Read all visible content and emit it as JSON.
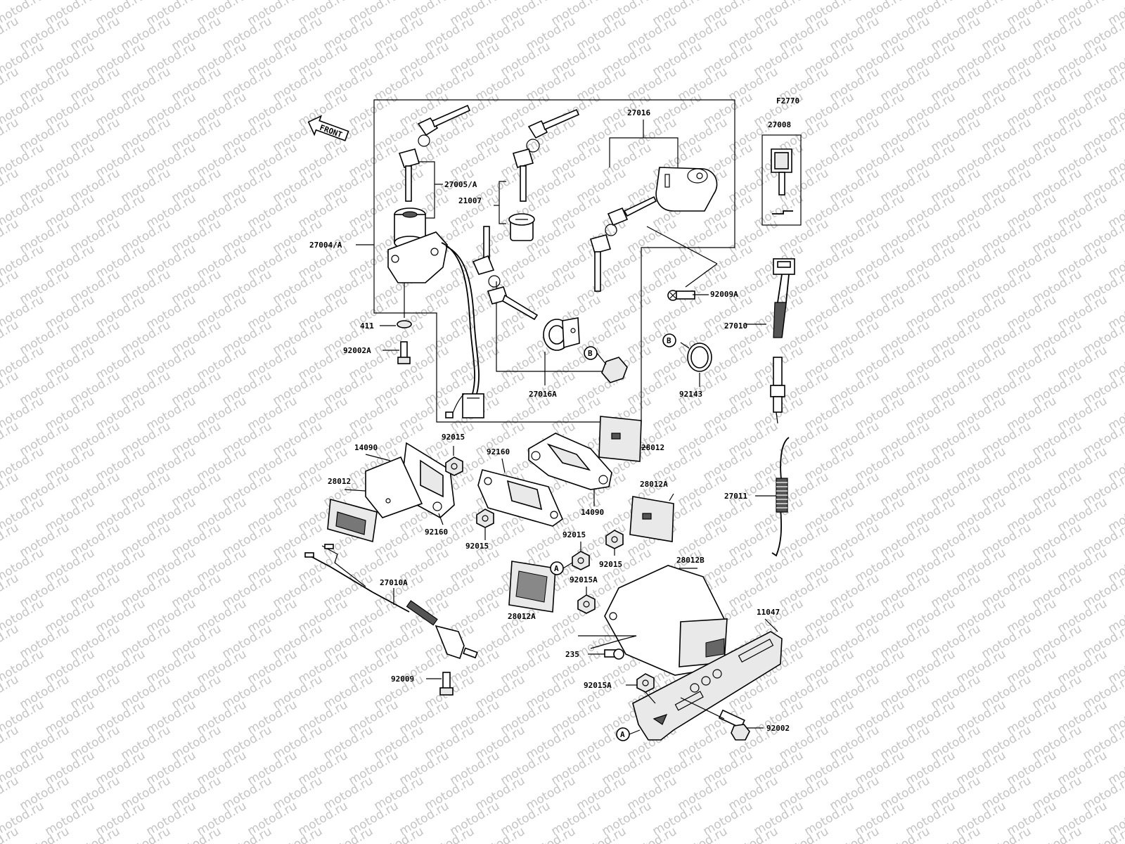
{
  "watermark": {
    "text": "motod.ru"
  },
  "figure_code": "F2770",
  "front_arrow": {
    "text": "FRONT"
  },
  "callouts": {
    "a": "A",
    "b": "B"
  },
  "parts": [
    {
      "number": "27016"
    },
    {
      "number": "27008"
    },
    {
      "number": "27005/A"
    },
    {
      "number": "21007"
    },
    {
      "number": "27004/A"
    },
    {
      "number": "92009A"
    },
    {
      "number": "411"
    },
    {
      "number": "27010"
    },
    {
      "number": "92002A"
    },
    {
      "number": "27016A"
    },
    {
      "number": "92143"
    },
    {
      "number": "92015"
    },
    {
      "number": "14090"
    },
    {
      "number": "92160"
    },
    {
      "number": "28012"
    },
    {
      "number": "28012"
    },
    {
      "number": "28012A"
    },
    {
      "number": "27011"
    },
    {
      "number": "92160"
    },
    {
      "number": "14090"
    },
    {
      "number": "92015"
    },
    {
      "number": "92015"
    },
    {
      "number": "92015"
    },
    {
      "number": "28012B"
    },
    {
      "number": "27010A"
    },
    {
      "number": "92015A"
    },
    {
      "number": "28012A"
    },
    {
      "number": "11047"
    },
    {
      "number": "235"
    },
    {
      "number": "92009"
    },
    {
      "number": "92015A"
    },
    {
      "number": "92002"
    }
  ]
}
